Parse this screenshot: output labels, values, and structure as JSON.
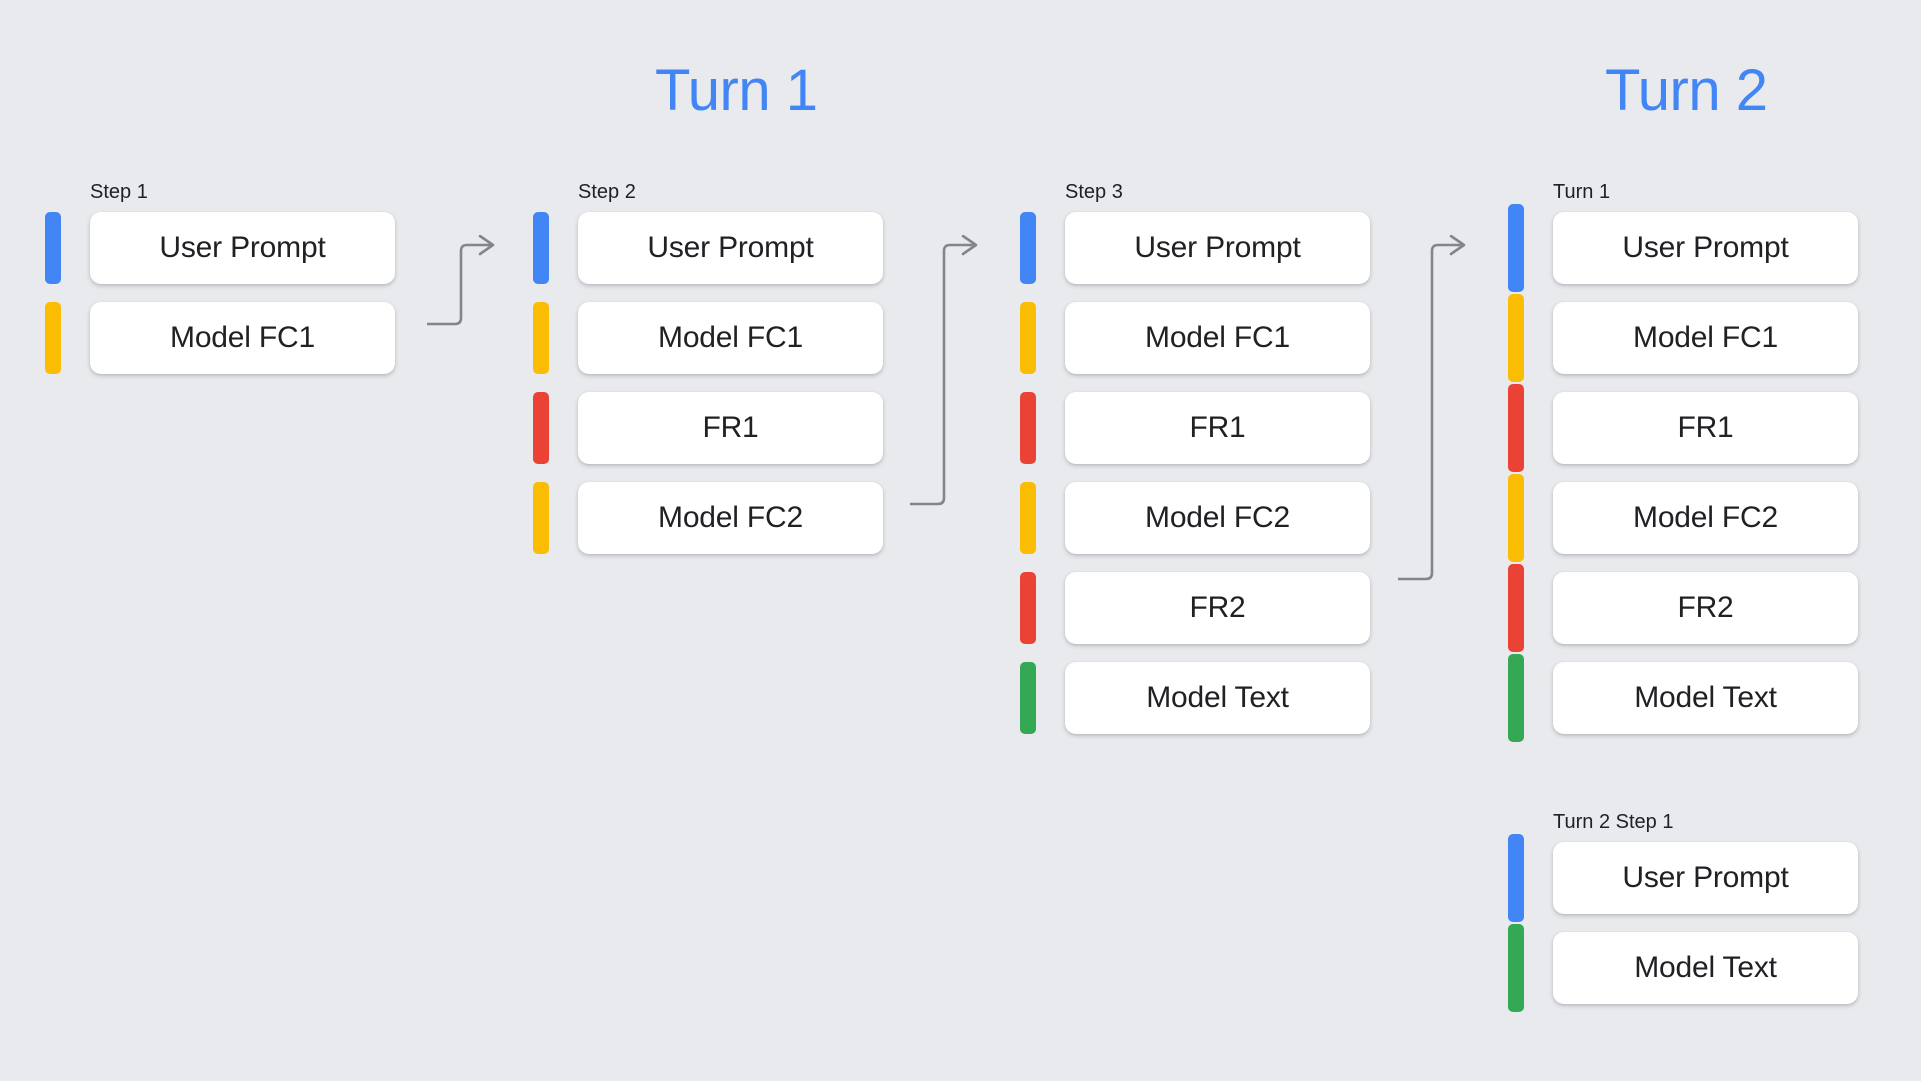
{
  "headings": {
    "turn1": "Turn 1",
    "turn2": "Turn 2"
  },
  "colors": {
    "background": "#e8eaed",
    "accent_blue": "#4285f4",
    "card_bg": "#ffffff",
    "text": "#202124",
    "connector": "#80868b",
    "chip_user_prompt": "#4285f4",
    "chip_model_fc": "#fbbc04",
    "chip_fr": "#ea4335",
    "chip_model_text": "#34a853"
  },
  "columns": [
    {
      "id": "step-1",
      "label": "Step 1",
      "rows": [
        {
          "label": "User Prompt",
          "color": "#4285f4",
          "kind": "user-prompt"
        },
        {
          "label": "Model FC1",
          "color": "#fbbc04",
          "kind": "model-fc"
        }
      ]
    },
    {
      "id": "step-2",
      "label": "Step 2",
      "rows": [
        {
          "label": "User Prompt",
          "color": "#4285f4",
          "kind": "user-prompt"
        },
        {
          "label": "Model FC1",
          "color": "#fbbc04",
          "kind": "model-fc"
        },
        {
          "label": "FR1",
          "color": "#ea4335",
          "kind": "function-response"
        },
        {
          "label": "Model FC2",
          "color": "#fbbc04",
          "kind": "model-fc"
        }
      ]
    },
    {
      "id": "step-3",
      "label": "Step 3",
      "rows": [
        {
          "label": "User Prompt",
          "color": "#4285f4",
          "kind": "user-prompt"
        },
        {
          "label": "Model FC1",
          "color": "#fbbc04",
          "kind": "model-fc"
        },
        {
          "label": "FR1",
          "color": "#ea4335",
          "kind": "function-response"
        },
        {
          "label": "Model FC2",
          "color": "#fbbc04",
          "kind": "model-fc"
        },
        {
          "label": "FR2",
          "color": "#ea4335",
          "kind": "function-response"
        },
        {
          "label": "Model Text",
          "color": "#34a853",
          "kind": "model-text"
        }
      ]
    },
    {
      "id": "turn2-turn-1",
      "label": "Turn 1",
      "rows": [
        {
          "label": "User Prompt",
          "color": "#4285f4",
          "kind": "user-prompt"
        },
        {
          "label": "Model FC1",
          "color": "#fbbc04",
          "kind": "model-fc"
        },
        {
          "label": "FR1",
          "color": "#ea4335",
          "kind": "function-response"
        },
        {
          "label": "Model FC2",
          "color": "#fbbc04",
          "kind": "model-fc"
        },
        {
          "label": "FR2",
          "color": "#ea4335",
          "kind": "function-response"
        },
        {
          "label": "Model Text",
          "color": "#34a853",
          "kind": "model-text"
        }
      ]
    },
    {
      "id": "turn2-step-1",
      "label": "Turn 2 Step 1",
      "rows": [
        {
          "label": "User Prompt",
          "color": "#4285f4",
          "kind": "user-prompt"
        },
        {
          "label": "Model Text",
          "color": "#34a853",
          "kind": "model-text"
        }
      ]
    }
  ],
  "connectors": [
    {
      "id": "connector-step1-to-step2",
      "from_row_index": 1,
      "to_row_index": 0,
      "drop": 75
    },
    {
      "id": "connector-step2-to-step3",
      "from_row_index": 3,
      "to_row_index": 0,
      "drop": 255
    },
    {
      "id": "connector-step3-to-turn2",
      "from_row_index": 4,
      "to_row_index": 0,
      "drop": 330
    }
  ]
}
